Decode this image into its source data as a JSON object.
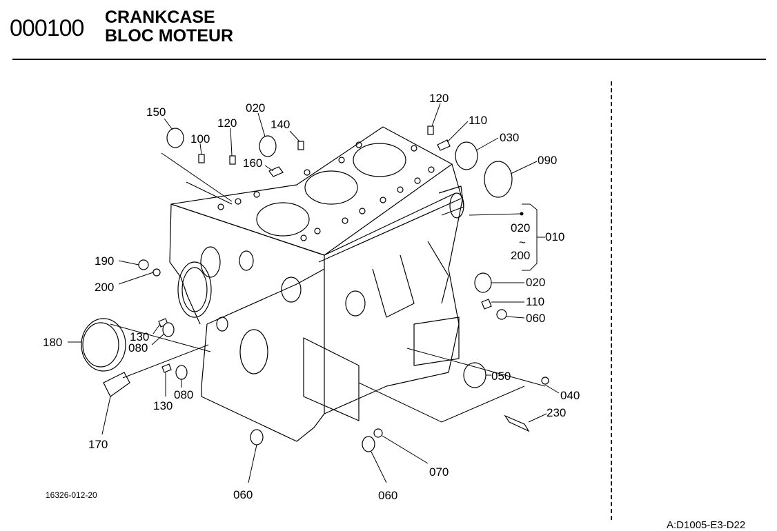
{
  "header": {
    "code": "000100",
    "title_en": "CRANKCASE",
    "title_fr": "BLOC MOTEUR"
  },
  "figure_id": "16326-012-20",
  "drawing_ref": "A:D1005-E3-D22",
  "range_group": {
    "from": "020",
    "tilde": "~",
    "to": "200",
    "parent": "010"
  },
  "callouts": [
    {
      "id": "c150",
      "text": "150"
    },
    {
      "id": "c100",
      "text": "100"
    },
    {
      "id": "c120a",
      "text": "120"
    },
    {
      "id": "c020a",
      "text": "020"
    },
    {
      "id": "c140",
      "text": "140"
    },
    {
      "id": "c160",
      "text": "160"
    },
    {
      "id": "c120b",
      "text": "120"
    },
    {
      "id": "c110a",
      "text": "110"
    },
    {
      "id": "c030",
      "text": "030"
    },
    {
      "id": "c090",
      "text": "090"
    },
    {
      "id": "c190",
      "text": "190"
    },
    {
      "id": "c200",
      "text": "200"
    },
    {
      "id": "c020b",
      "text": "020"
    },
    {
      "id": "c110b",
      "text": "110"
    },
    {
      "id": "c060a",
      "text": "060"
    },
    {
      "id": "c130a",
      "text": "130"
    },
    {
      "id": "c080a",
      "text": "080"
    },
    {
      "id": "c180",
      "text": "180"
    },
    {
      "id": "c050",
      "text": "050"
    },
    {
      "id": "c040",
      "text": "040"
    },
    {
      "id": "c230",
      "text": "230"
    },
    {
      "id": "c130b",
      "text": "130"
    },
    {
      "id": "c080b",
      "text": "080"
    },
    {
      "id": "c170",
      "text": "170"
    },
    {
      "id": "c070",
      "text": "070"
    },
    {
      "id": "c060b",
      "text": "060"
    },
    {
      "id": "c060c",
      "text": "060"
    }
  ]
}
